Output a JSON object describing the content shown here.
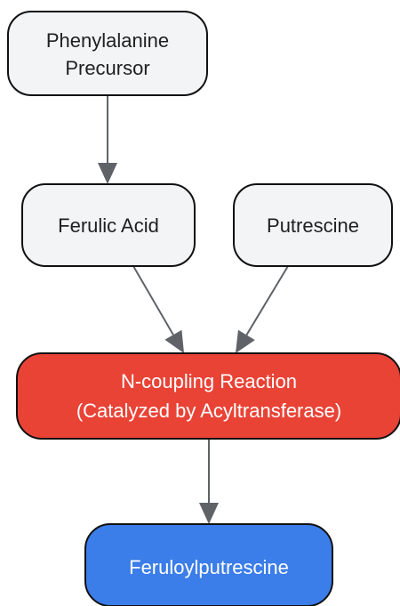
{
  "diagram": {
    "nodes": {
      "phenylalanine": {
        "lines": [
          "Phenylalanine",
          "Precursor"
        ],
        "fill": "#f3f4f6",
        "text_color": "#1f1f1f"
      },
      "ferulic_acid": {
        "lines": [
          "Ferulic Acid"
        ],
        "fill": "#f3f4f6",
        "text_color": "#1f1f1f"
      },
      "putrescine": {
        "lines": [
          "Putrescine"
        ],
        "fill": "#f3f4f6",
        "text_color": "#1f1f1f"
      },
      "n_coupling": {
        "lines": [
          "N-coupling Reaction",
          "(Catalyzed by Acyltransferase)"
        ],
        "fill": "#e94336",
        "text_color": "#ffffff"
      },
      "feruloylputrescine": {
        "lines": [
          "Feruloylputrescine"
        ],
        "fill": "#3b7de9",
        "text_color": "#ffffff"
      }
    },
    "edges": [
      {
        "from": "phenylalanine",
        "to": "ferulic_acid"
      },
      {
        "from": "ferulic_acid",
        "to": "n_coupling"
      },
      {
        "from": "putrescine",
        "to": "n_coupling"
      },
      {
        "from": "n_coupling",
        "to": "feruloylputrescine"
      }
    ],
    "stroke_color": "#111111",
    "arrow_color": "#5f6368"
  }
}
